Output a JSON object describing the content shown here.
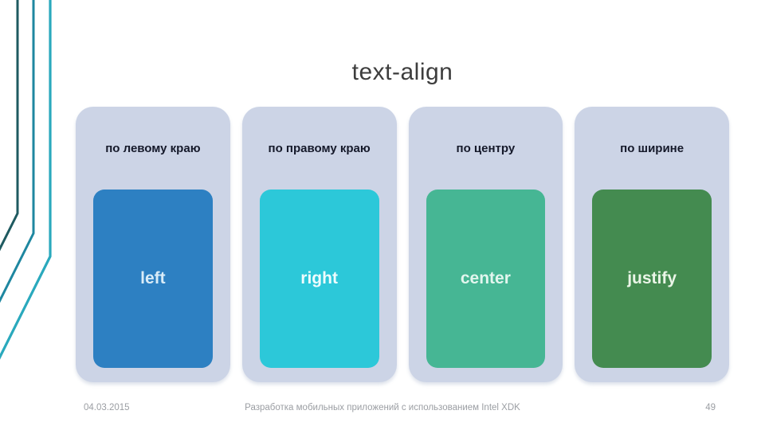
{
  "slide": {
    "title": "text-align",
    "columns": [
      {
        "header": "по левому краю",
        "value": "left",
        "box_color": "#2d80c2",
        "label_color": "#d9ecf8"
      },
      {
        "header": "по правому краю",
        "value": "right",
        "box_color": "#2cc8d9",
        "label_color": "#eefcfd"
      },
      {
        "header": "по центру",
        "value": "center",
        "box_color": "#46b694",
        "label_color": "#e2f6ee"
      },
      {
        "header": "по ширине",
        "value": "justify",
        "box_color": "#448b50",
        "label_color": "#eaf5e7"
      }
    ],
    "card_bg_color": "#ccd4e6",
    "decoration_line_colors": {
      "line1": "#1e5a60",
      "line2": "#1e87a0",
      "line3": "#2aa9bd"
    },
    "footer": {
      "date": "04.03.2015",
      "caption": "Разработка мобильных приложений с использованием Intel XDK",
      "page": "49"
    }
  }
}
